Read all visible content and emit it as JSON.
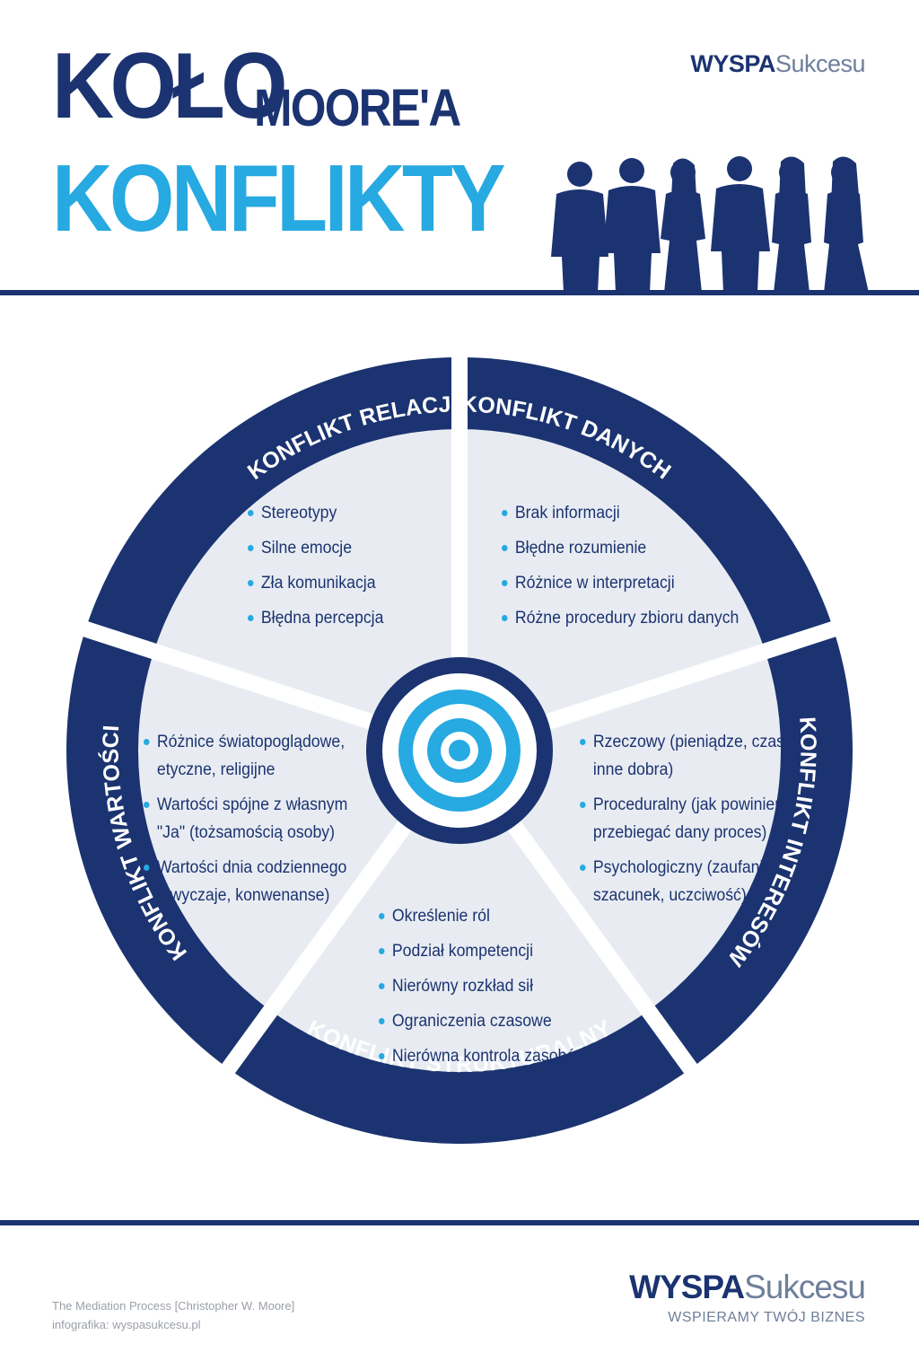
{
  "header": {
    "title_main": "KOŁO",
    "title_sub": "MOORE'A",
    "title_second": "KONFLIKTY",
    "brand": {
      "bold": "WYSPA",
      "light": "Sukcesu"
    }
  },
  "wheel": {
    "segments": [
      {
        "label": "KONFLIKT RELACJI",
        "items": [
          "Stereotypy",
          "Silne emocje",
          "Zła komunikacja",
          "Błędna percepcja"
        ]
      },
      {
        "label": "KONFLIKT DANYCH",
        "items": [
          "Brak informacji",
          "Błędne rozumienie",
          "Różnice w interpretacji",
          "Różne procedury zbioru danych"
        ]
      },
      {
        "label": "KONFLIKT INTERESÓW",
        "items": [
          "Rzeczowy (pieniądze, czas, inne dobra)",
          "Proceduralny (jak powinien przebiegać dany proces)",
          "Psychologiczny (zaufanie, szacunek, uczciwość)"
        ]
      },
      {
        "label": "KONFLIKT STRUKTURALNY",
        "items": [
          "Określenie ról",
          "Podział kompetencji",
          "Nierówny rozkład sił",
          "Ograniczenia czasowe",
          "Nierówna kontrola zasobów"
        ]
      },
      {
        "label": "KONFLIKT WARTOŚCI",
        "items": [
          "Różnice światopoglądowe, etyczne, religijne",
          "Wartości spójne z własnym \"Ja\" (tożsamością osoby)",
          "Wartości dnia codziennego (zwyczaje, konwenanse)"
        ]
      }
    ]
  },
  "footer": {
    "source_line1": "The Mediation Process [Christopher W. Moore]",
    "source_line2": "infografika:  wyspasukcesu.pl",
    "brand": {
      "bold": "WYSPA",
      "light": "Sukcesu"
    },
    "tagline": "WSPIERAMY TWÓJ BIZNES"
  },
  "colors": {
    "navy": "#1b3370",
    "accent_blue": "#27a9e1",
    "segment_fill": "#e8ecf2",
    "footer_grey": "#9a9fa8"
  },
  "icons": [
    "people-silhouettes-icon",
    "target-icon"
  ]
}
